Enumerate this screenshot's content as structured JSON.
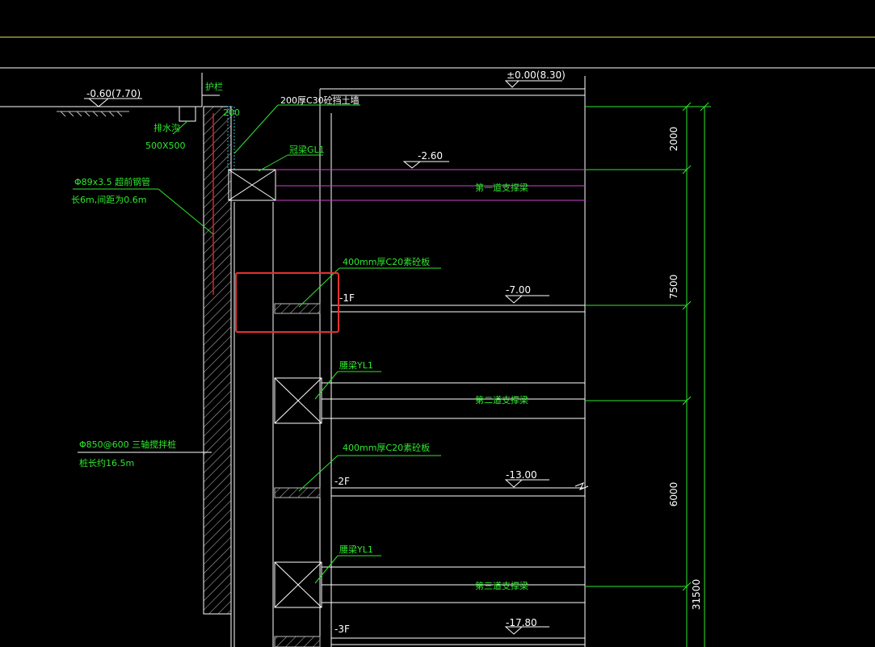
{
  "canvas": {
    "background": "#000000"
  },
  "colors": {
    "white": "#ffffff",
    "green": "#2ee82e",
    "magenta": "#d040d0",
    "yellow": "#e6e65a",
    "red": "#e02020",
    "cyan": "#2fb6cf",
    "gray": "#bdbdbd",
    "selection": "#e53030"
  },
  "drawing": {
    "levels": {
      "top": "±0.00(8.30)",
      "ground": "-0.60(7.70)",
      "first_strut": "-2.60",
      "b1_floor": "-7.00",
      "b2_floor": "-13.00",
      "b3_floor": "-17.80"
    },
    "labels": {
      "parapet": "护栏",
      "parapet_dim": "200",
      "wall_top": "200厚C30砼挡土墙",
      "drain": "排水沟",
      "drain_size": "500X500",
      "crown_beam": "冠梁GL1",
      "pipe_spec": "Φ89x3.5  超前钢管",
      "pipe_len": "长6m,间距为0.6m",
      "slab_b1": "400mm厚C20素砼板",
      "slab_b2": "400mm厚C20素砼板",
      "floor_b1": "-1F",
      "floor_b2": "-2F",
      "floor_b3": "-3F",
      "waist_beam_1": "腰梁YL1",
      "waist_beam_2": "腰梁YL1",
      "pile_spec": "Φ850@600   三轴搅拌桩",
      "pile_len": "桩长约16.5m",
      "strut_1": "第一道支撑梁",
      "strut_2": "第二道支撑梁",
      "strut_3": "第三道支撑梁"
    },
    "dimensions": {
      "d1": "2000",
      "d2": "7500",
      "d3": "6000",
      "total": "31500"
    }
  }
}
